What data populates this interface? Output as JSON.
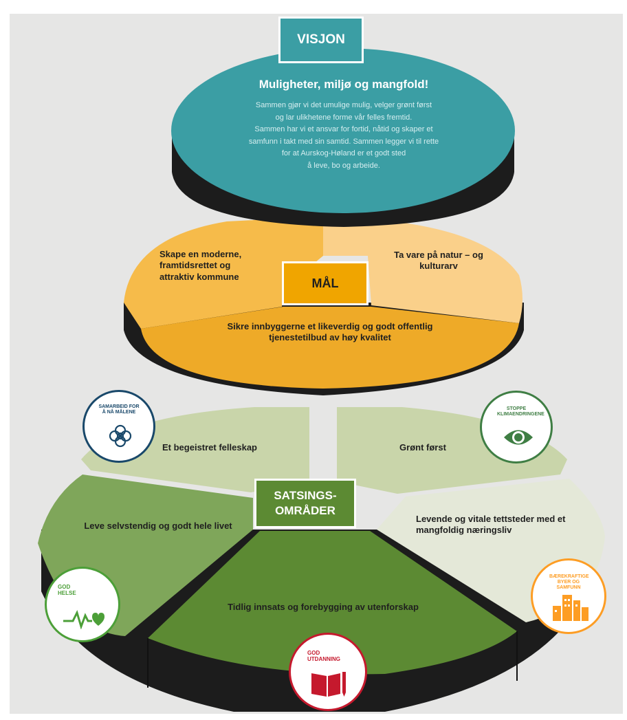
{
  "vision": {
    "header": "VISJON",
    "heading": "Muligheter, miljø og mangfold!",
    "body_lines": [
      "Sammen gjør vi det umulige mulig, velger grønt først",
      "og lar ulikhetene forme vår felles fremtid.",
      "Sammen har vi et ansvar for fortid, nåtid og skaper et",
      "samfunn i takt med sin samtid. Sammen legger vi til rette",
      "for at Aurskog-Høland er et godt sted",
      "å leve, bo og arbeide."
    ]
  },
  "goals": {
    "header": "MÅL",
    "left": "Skape en moderne, framtidsrettet og attraktiv kommune",
    "right": "Ta vare på natur – og kulturarv",
    "bottom": "Sikre innbyggerne et likeverdig og godt offentlig tjenestetilbud av høy kvalitet"
  },
  "focus": {
    "header_line1": "SATSINGS-",
    "header_line2": "OMRÅDER",
    "top_left": "Et begeistret felleskap",
    "top_right": "Grønt først",
    "mid_left": "Leve selvstendig og godt hele livet",
    "mid_right": "Levende og vitale tettsteder med et mangfoldig næringsliv",
    "bottom": "Tidlig innsats og forebygging av utenforskap"
  },
  "badges": {
    "partnership": {
      "text": "SAMARBEID FOR Å NÅ MÅLENE",
      "icon": "flower-icon",
      "color": "#19486a"
    },
    "climate": {
      "text": "STOPPE KLIMAENDRINGENE",
      "icon": "eye-globe-icon",
      "color": "#3f7e44"
    },
    "health": {
      "text": "GOD HELSE",
      "icon": "heartbeat-icon",
      "color": "#4c9f38"
    },
    "cities": {
      "text": "BÆREKRAFTIGE BYER OG SAMFUNN",
      "icon": "buildings-icon",
      "color": "#fd9d24"
    },
    "education": {
      "text": "GOD UTDANNING",
      "icon": "book-icon",
      "color": "#c5192d"
    }
  },
  "colors": {
    "vision": "#3b9ea4",
    "goal_left": "#f6bb4a",
    "goal_right": "#fad08a",
    "goal_bottom": "#eeaa28",
    "goal_header": "#f0a500",
    "focus_top": "#c9d5aa",
    "focus_left": "#7fa65a",
    "focus_right": "#e4e8d8",
    "focus_bottom": "#5c8a33",
    "focus_header": "#5c8a33",
    "disc_side": "#1c1c1c"
  }
}
